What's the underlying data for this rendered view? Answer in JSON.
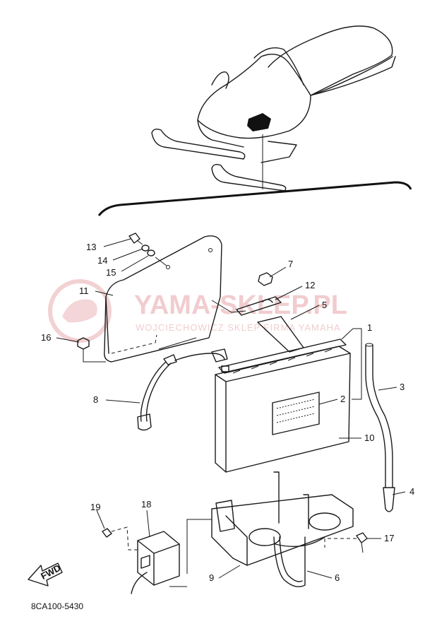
{
  "watermark": {
    "title": "YAMA-SKLEP.PL",
    "subtitle": "WOJCIECHOWICZ SKLEP FIRMA YAMAHA",
    "color": "#e6a3a8"
  },
  "diagram_code": "8CA100-5430",
  "fwd_label": "FWD",
  "callouts": {
    "c1": "1",
    "c2": "2",
    "c3": "3",
    "c4": "4",
    "c5": "5",
    "c6": "6",
    "c7": "7",
    "c8": "8",
    "c9": "9",
    "c10": "10",
    "c11": "11",
    "c12": "12",
    "c13": "13",
    "c14": "14",
    "c15": "15",
    "c16": "16",
    "c17": "17",
    "c18": "18",
    "c19": "19"
  }
}
